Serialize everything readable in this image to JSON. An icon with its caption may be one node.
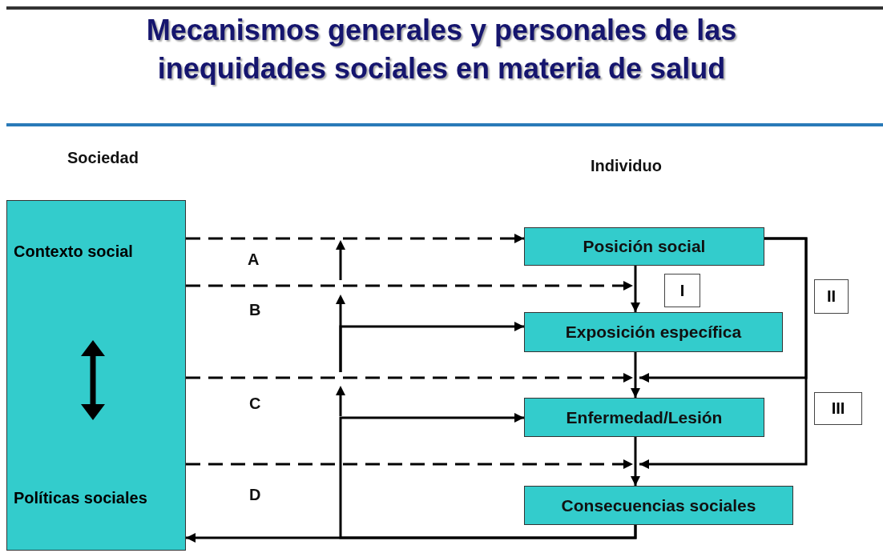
{
  "diagram": {
    "title": "Mecanismos generales y personales de las inequidades sociales en materia de salud",
    "nodes": [
      {
        "text": [
          "Contexto social",
          "Políticas sociales"
        ]
      },
      {
        "text": [
          "Posición social"
        ]
      },
      {
        "text": [
          "Exposición específica"
        ]
      },
      {
        "text": [
          "Enfermedad/Lesión"
        ]
      },
      {
        "text": [
          "Consecuencias sociales"
        ]
      },
      {
        "text": [
          "I"
        ]
      },
      {
        "text": [
          "II"
        ]
      },
      {
        "text": [
          "III"
        ]
      }
    ],
    "edges": [
      {
        "from": 0,
        "to": 1,
        "arrow": "to",
        "style": "dashed"
      },
      {
        "from": 0,
        "to": 2,
        "arrow": "to",
        "style": "dashed"
      },
      {
        "from": 0,
        "to": 3,
        "arrow": "to",
        "style": "dashed"
      },
      {
        "from": 0,
        "to": 4,
        "arrow": "to",
        "style": "dashed"
      },
      {
        "from": 1,
        "to": 2,
        "arrow": "to"
      },
      {
        "from": 2,
        "to": 3,
        "arrow": "to"
      },
      {
        "from": 3,
        "to": 4,
        "arrow": "to"
      },
      {
        "from": 1,
        "to": 3,
        "arrow": "to"
      },
      {
        "from": 1,
        "to": 4,
        "arrow": "to"
      },
      {
        "from": 4,
        "to": 0,
        "arrow": "to"
      },
      {
        "from": 4,
        "to": 3,
        "arrow": "to"
      },
      {
        "from": null,
        "to": 2,
        "arrow": "to"
      }
    ],
    "labels": [
      "Sociedad",
      "Individuo",
      "A",
      "B",
      "C",
      "D"
    ]
  }
}
